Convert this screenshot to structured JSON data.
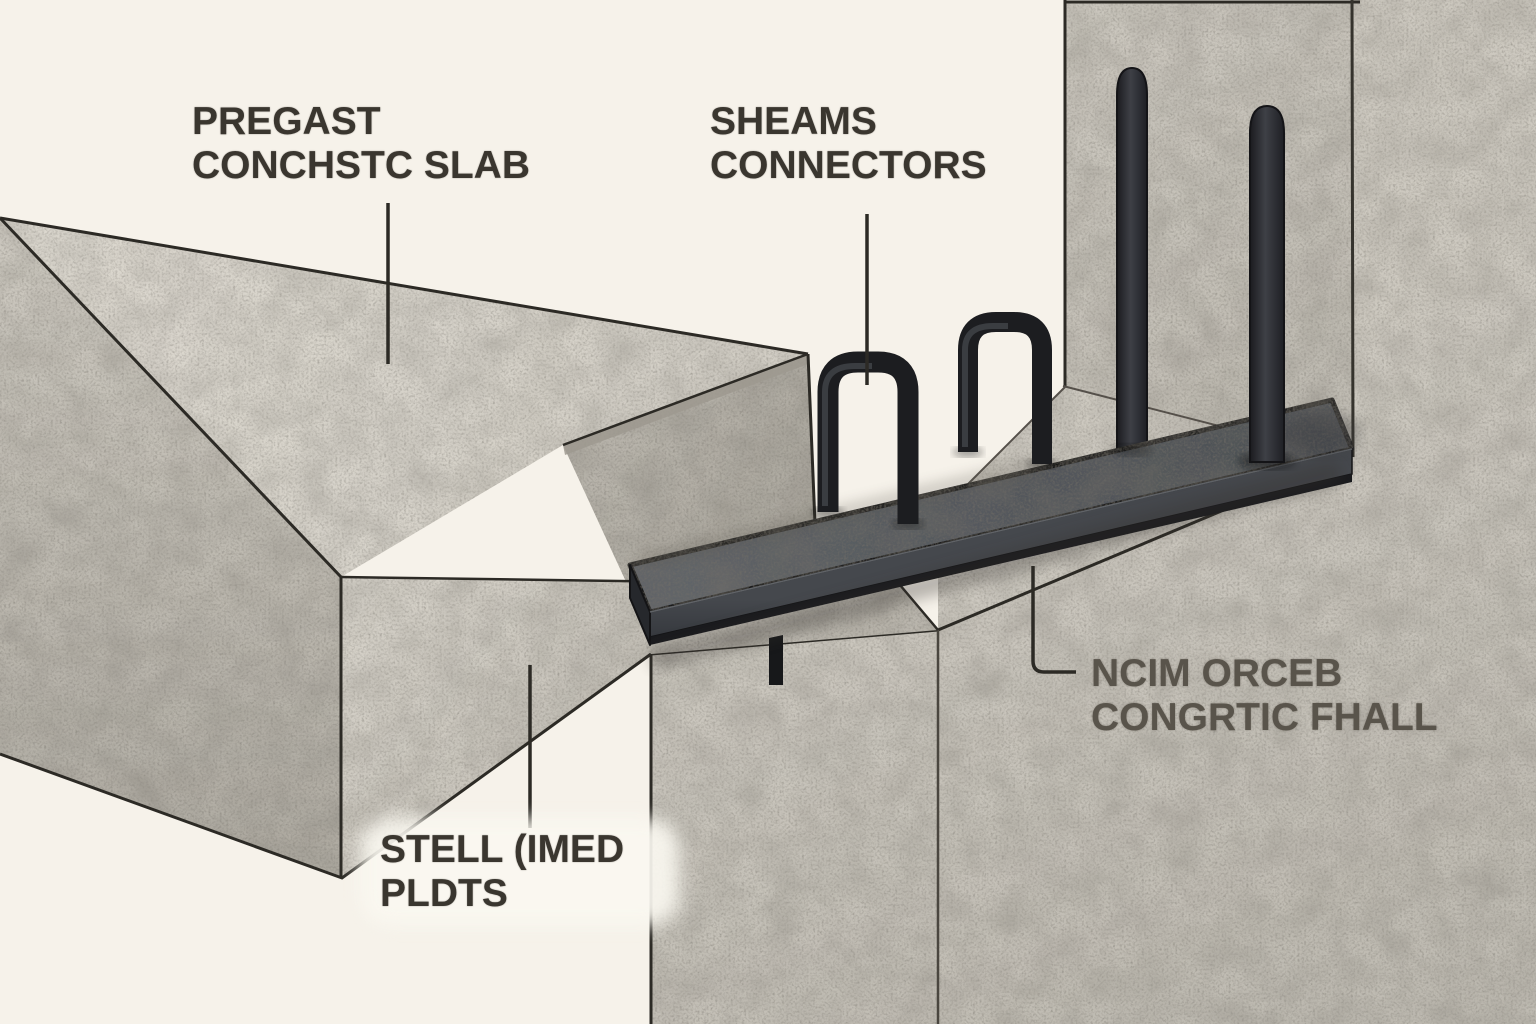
{
  "labels": {
    "slab": {
      "line1": "PREGAST",
      "line2": "CONCHSTC SLAB"
    },
    "shear_connectors": {
      "line1": "SHEAMS",
      "line2": "CONNECTORS"
    },
    "wall": {
      "line1": "NCIM ORCEB",
      "line2": "CONGRTIC FHALL"
    },
    "plate": {
      "line1": "STELL (IMED",
      "line2": "PLDTS"
    }
  },
  "colors": {
    "background": "#f6f2ea",
    "concrete_light": "#dad6cd",
    "concrete_mid": "#c9c5bc",
    "concrete_dark": "#b0aca3",
    "steel_plate": "#55595e",
    "steel_bar": "#232429",
    "outline": "#2c2a25",
    "label_text": "#3a362f",
    "wall_label_text": "#59544b"
  }
}
